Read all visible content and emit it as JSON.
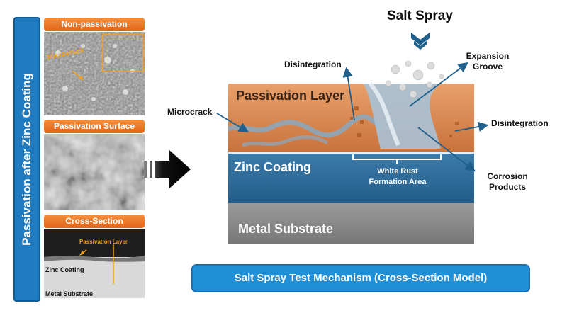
{
  "side_title": "Passivation after Zinc Coating",
  "panels": {
    "non_passivation": "Non-passivation",
    "passivation_surface": "Passivation Surface",
    "cross_section": "Cross-Section"
  },
  "micrograph_labels": {
    "microcrack": "Microcrack",
    "passivation_layer": "Passivation Layer",
    "zinc_coating": "Zinc Coating",
    "metal_substrate": "Metal Substrate"
  },
  "model": {
    "salt_spray": "Salt Spray",
    "passivation_layer": "Passivation Layer",
    "zinc_coating": "Zinc Coating",
    "metal_substrate": "Metal Substrate",
    "white_rust_line1": "White Rust",
    "white_rust_line2": "Formation Area"
  },
  "callouts": {
    "microcrack": "Microcrack",
    "disintegration_top": "Disintegration",
    "expansion_line1": "Expansion",
    "expansion_line2": "Groove",
    "disintegration_right": "Disintegration",
    "corrosion_line1": "Corrosion",
    "corrosion_line2": "Products"
  },
  "caption": "Salt Spray Test Mechanism (Cross-Section Model)",
  "colors": {
    "accent_blue": "#1f7ac0",
    "tab_orange": "#ee7a2c",
    "passivation_orange": "#d98a55",
    "zinc_blue": "#2e6f9e",
    "substrate_gray": "#8e8e8e"
  }
}
